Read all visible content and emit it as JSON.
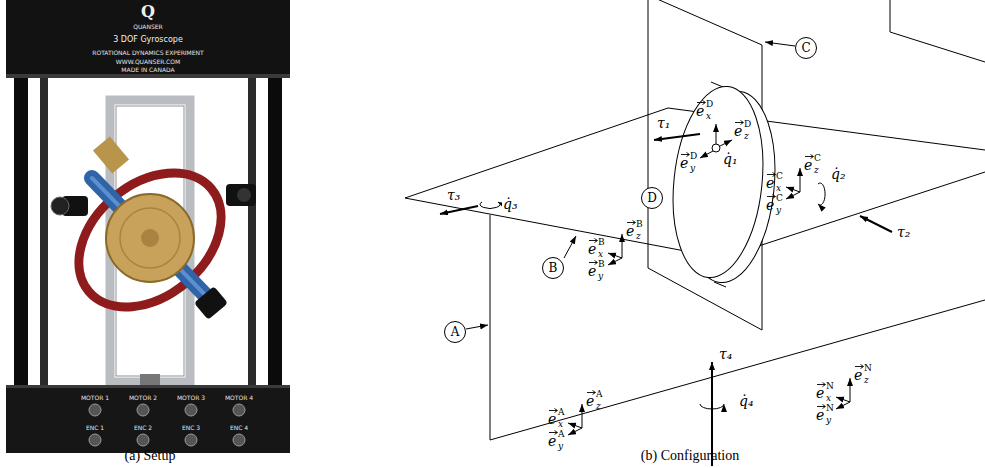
{
  "diagram": {
    "nodes": [
      {
        "text": [
          "A"
        ]
      },
      {
        "text": [
          "B"
        ]
      },
      {
        "text": [
          "C"
        ]
      },
      {
        "text": [
          "D"
        ]
      }
    ],
    "labels": [
      "Q",
      "QUANSER",
      "3 DOF Gyroscope",
      "ROTATIONAL DYNAMICS EXPERIMENT",
      "WWW.QUANSER.COM",
      "MADE IN CANADA",
      "MOTOR 1",
      "MOTOR 2",
      "MOTOR 3",
      "MOTOR 4",
      "ENC 1",
      "ENC 2",
      "ENC 3",
      "ENC 4",
      "(a) Setup",
      "(b) Configuration",
      "τ₁",
      "q̇₁",
      "τ₂",
      "q̇₂",
      "τ₃",
      "q̇₃",
      "τ₄",
      "q̇₄",
      "e",
      "x",
      "D",
      "e",
      "z",
      "D",
      "e",
      "y",
      "D",
      "e",
      "x",
      "C",
      "e",
      "z",
      "C",
      "e",
      "y",
      "C",
      "e",
      "x",
      "B",
      "e",
      "z",
      "B",
      "e",
      "y",
      "B",
      "e",
      "x",
      "A",
      "e",
      "z",
      "A",
      "e",
      "y",
      "A",
      "e",
      "x",
      "N",
      "e",
      "z",
      "N",
      "e",
      "y",
      "N"
    ]
  }
}
